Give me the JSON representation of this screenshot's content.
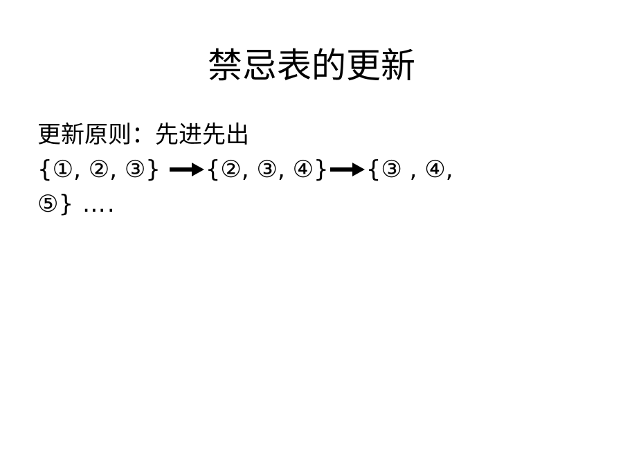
{
  "slide": {
    "title": "禁忌表的更新",
    "principle": "更新原则：先进先出",
    "sequence": {
      "set1": "{①, ②, ③}",
      "set2": "{②, ③, ④}",
      "set3_line1": "{③ , ④,",
      "set3_line2": "⑤}",
      "ellipsis": " ….",
      "arrow_icon": "right-arrow-icon"
    }
  }
}
